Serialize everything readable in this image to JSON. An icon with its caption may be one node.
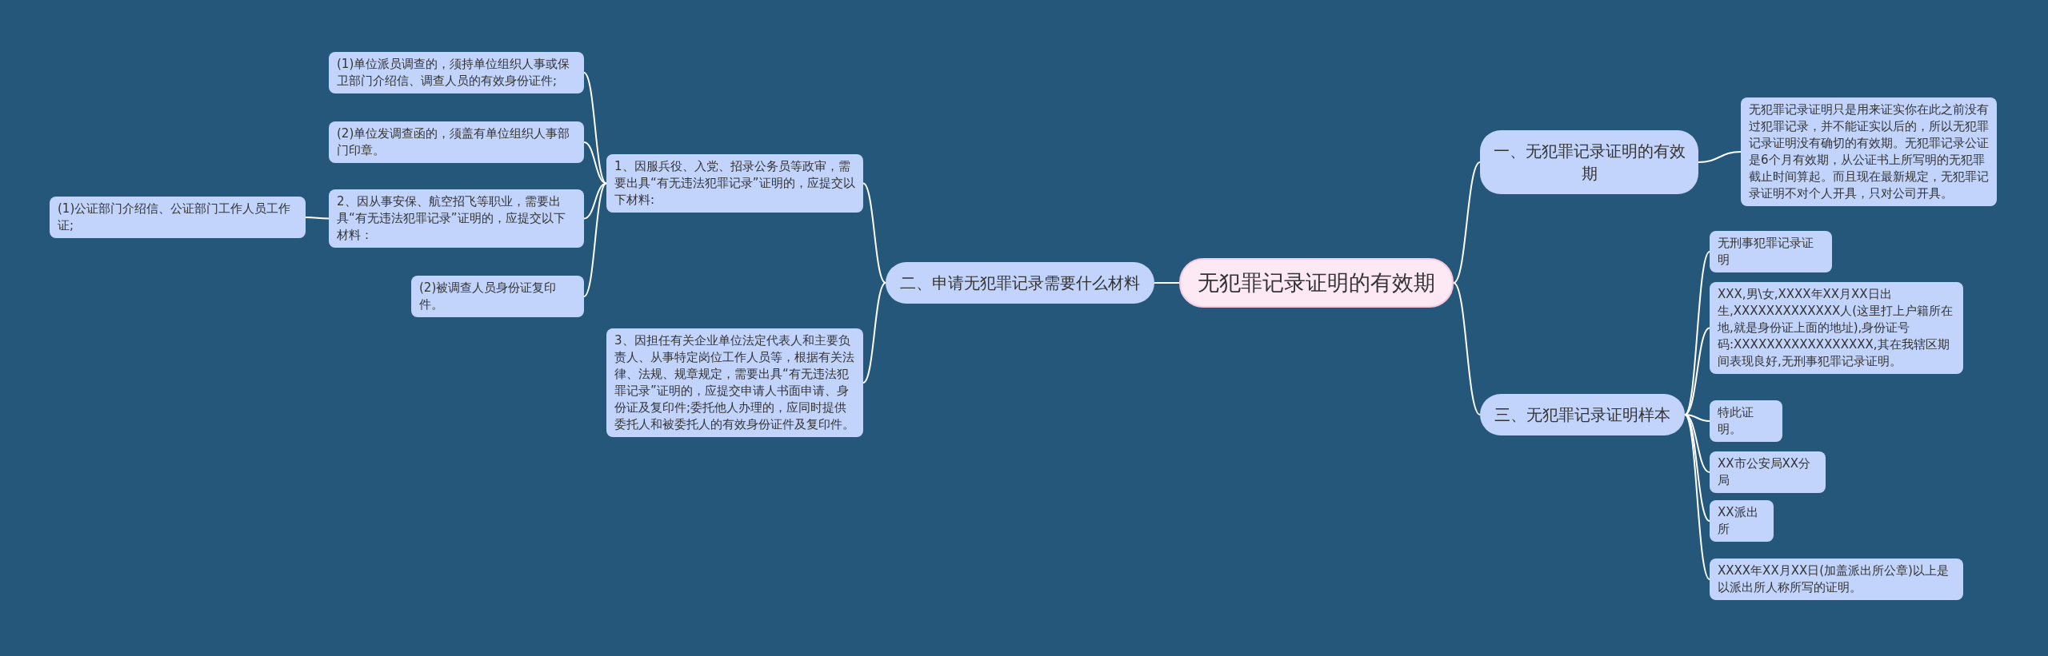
{
  "diagram": {
    "nodes": [
      {
        "text": [
          "无犯罪记录证明的有效期"
        ]
      },
      {
        "text": [
          "一、无犯罪记录证明的有效期"
        ]
      },
      {
        "text": [
          "无犯罪记录证明只是用来证实你在此之前没有过犯罪记录，并不能证实以后的，所以无犯罪记录证明没有确切的有效期。无犯罪记录公证是6个月有效期，从公证书上所写明的无犯罪截止时间算起。而且现在最新规定，无犯罪记录证明不对个人开具，只对公司开具。"
        ]
      },
      {
        "text": [
          "二、申请无犯罪记录需要什么材料"
        ]
      },
      {
        "text": [
          "1、因服兵役、入党、招录公务员等政审，需要出具“有无违法犯罪记录”证明的，应提交以下材料:"
        ]
      },
      {
        "text": [
          "(1)单位派员调查的，须持单位组织人事或保卫部门介绍信、调查人员的有效身份证件;"
        ]
      },
      {
        "text": [
          "(2)单位发调查函的，须盖有单位组织人事部门印章。"
        ]
      },
      {
        "text": [
          "2、因从事安保、航空招飞等职业，需要出具“有无违法犯罪记录”证明的，应提交以下材料："
        ]
      },
      {
        "text": [
          "(1)公证部门介绍信、公证部门工作人员工作证;"
        ]
      },
      {
        "text": [
          "(2)被调查人员身份证复印件。"
        ]
      },
      {
        "text": [
          "3、因担任有关企业单位法定代表人和主要负责人、从事特定岗位工作人员等，根据有关法律、法规、规章规定，需要出具“有无违法犯罪记录”证明的，应提交申请人书面申请、身份证及复印件;委托他人办理的，应同时提供委托人和被委托人的有效身份证件及复印件。"
        ]
      },
      {
        "text": [
          "三、无犯罪记录证明样本"
        ]
      },
      {
        "text": [
          "无刑事犯罪记录证明"
        ]
      },
      {
        "text": [
          "XXX,男\\女,XXXX年XX月XX日出生,XXXXXXXXXXXXX人(这里打上户籍所在地,就是身份证上面的地址),身份证号码:XXXXXXXXXXXXXXXXX,其在我辖区期间表现良好,无刑事犯罪记录证明。"
        ]
      },
      {
        "text": [
          "特此证明。"
        ]
      },
      {
        "text": [
          "XX市公安局XX分局"
        ]
      },
      {
        "text": [
          "XX派出所"
        ]
      },
      {
        "text": [
          "XXXX年XX月XX日(加盖派出所公章)以上是以派出所人称所写的证明。"
        ]
      }
    ],
    "edges": [
      {
        "from": 0,
        "to": 1,
        "arrow": "none"
      },
      {
        "from": 0,
        "to": 3,
        "arrow": "none"
      },
      {
        "from": 0,
        "to": 11,
        "arrow": "none"
      },
      {
        "from": 1,
        "to": 2,
        "arrow": "none"
      },
      {
        "from": 3,
        "to": 4,
        "arrow": "none"
      },
      {
        "from": 3,
        "to": 10,
        "arrow": "none"
      },
      {
        "from": 4,
        "to": 5,
        "arrow": "none"
      },
      {
        "from": 4,
        "to": 6,
        "arrow": "none"
      },
      {
        "from": 4,
        "to": 7,
        "arrow": "none"
      },
      {
        "from": 4,
        "to": 9,
        "arrow": "none"
      },
      {
        "from": 7,
        "to": 8,
        "arrow": "none"
      },
      {
        "from": 11,
        "to": 12,
        "arrow": "none"
      },
      {
        "from": 11,
        "to": 13,
        "arrow": "none"
      },
      {
        "from": 11,
        "to": 14,
        "arrow": "none"
      },
      {
        "from": 11,
        "to": 15,
        "arrow": "none"
      },
      {
        "from": 11,
        "to": 16,
        "arrow": "none"
      },
      {
        "from": 11,
        "to": 17,
        "arrow": "none"
      }
    ]
  }
}
